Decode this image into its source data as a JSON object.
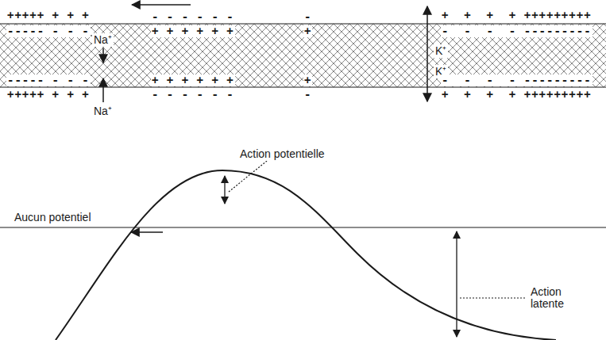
{
  "diagram": {
    "labels": [
      "+++++ + + +",
      "----- - - -",
      "Na⁺",
      "- - - - - -",
      "+ + + + + +",
      "-",
      "+",
      "K⁺",
      "K⁺",
      "+  +  +  + +++++++++",
      "-  -  -  - ---------",
      "----- - - -",
      "+++++ + + +",
      "+ + + + + +",
      "- - - - - -",
      "+",
      "-",
      "-  -  -  - ---------",
      "+  +  +  + +++++++++",
      "Na⁺",
      "Action potentielle",
      "Aucun potentiel",
      "Action latente"
    ]
  }
}
